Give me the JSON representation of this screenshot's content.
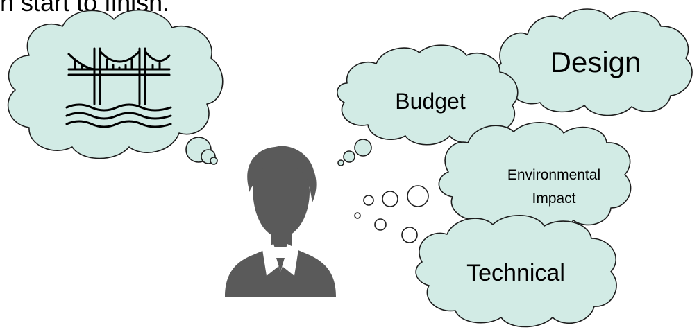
{
  "header_text": "n start to finish.",
  "bubbles": {
    "budget": "Budget",
    "design": "Design",
    "environmental_line1": "Environmental",
    "environmental_line2": "Impact",
    "technical": "Technical"
  },
  "icons": {
    "bridge": "bridge-icon",
    "person": "person-icon"
  },
  "colors": {
    "cloud_fill": "#d2ebe5",
    "outline": "#1c1c1c",
    "person": "#5a5a5a",
    "background": "#ffffff"
  }
}
